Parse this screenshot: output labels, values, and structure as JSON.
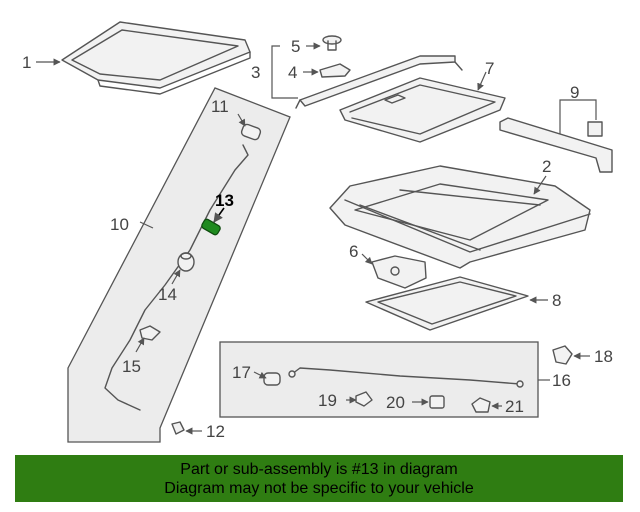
{
  "callouts": {
    "c1": "1",
    "c2": "2",
    "c3": "3",
    "c4": "4",
    "c5": "5",
    "c6": "6",
    "c7": "7",
    "c8": "8",
    "c9": "9",
    "c10": "10",
    "c11": "11",
    "c12": "12",
    "c13": "13",
    "c14": "14",
    "c15": "15",
    "c16": "16",
    "c17": "17",
    "c18": "18",
    "c19": "19",
    "c20": "20",
    "c21": "21"
  },
  "highlight": {
    "part": "13",
    "color": "#1f8a1f"
  },
  "banner": {
    "line1": "Part or sub-assembly is #13 in diagram",
    "line2": "Diagram may not be specific to your vehicle",
    "background": "#2f7d12"
  }
}
